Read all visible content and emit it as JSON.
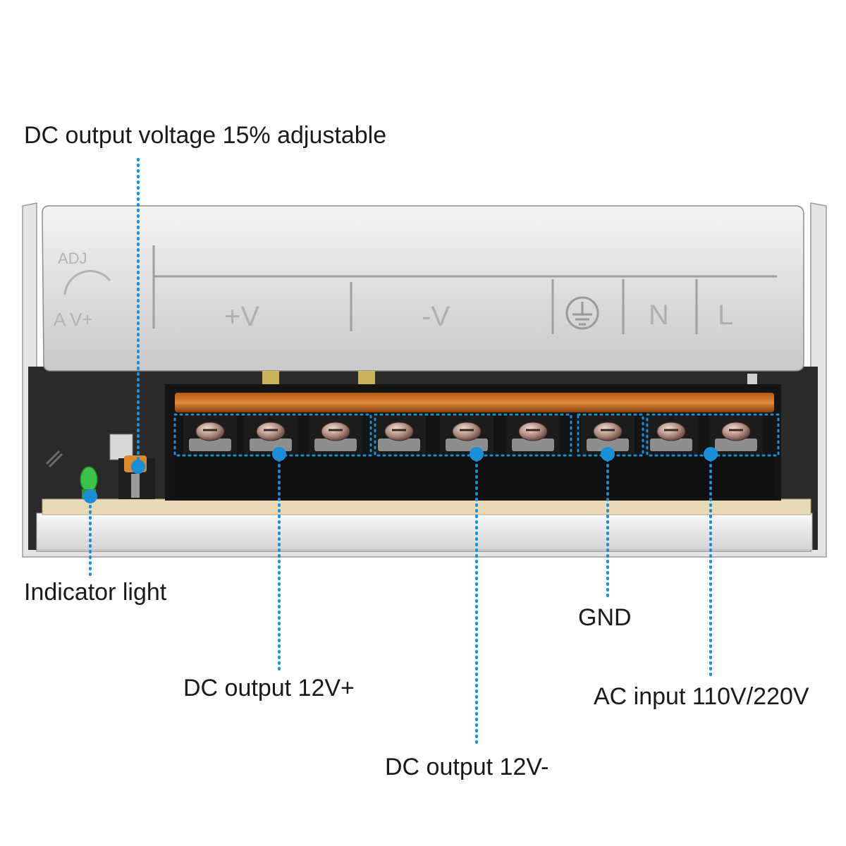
{
  "callouts": {
    "adjust": "DC output voltage 15% adjustable",
    "indicator": "Indicator light",
    "dc_plus": "DC output 12V+",
    "dc_minus": "DC output 12V-",
    "gnd": "GND",
    "ac_input": "AC input 110V/220V"
  },
  "cover_markings": {
    "adj": "ADJ",
    "adj_range": "A V+",
    "v_plus": "+V",
    "v_minus": "-V",
    "neutral": "N",
    "line": "L"
  },
  "colors": {
    "accent": "#1a8fd6",
    "metal": "#d9d9d9",
    "terminal_block": "#151515",
    "led": "#3cc24a"
  }
}
